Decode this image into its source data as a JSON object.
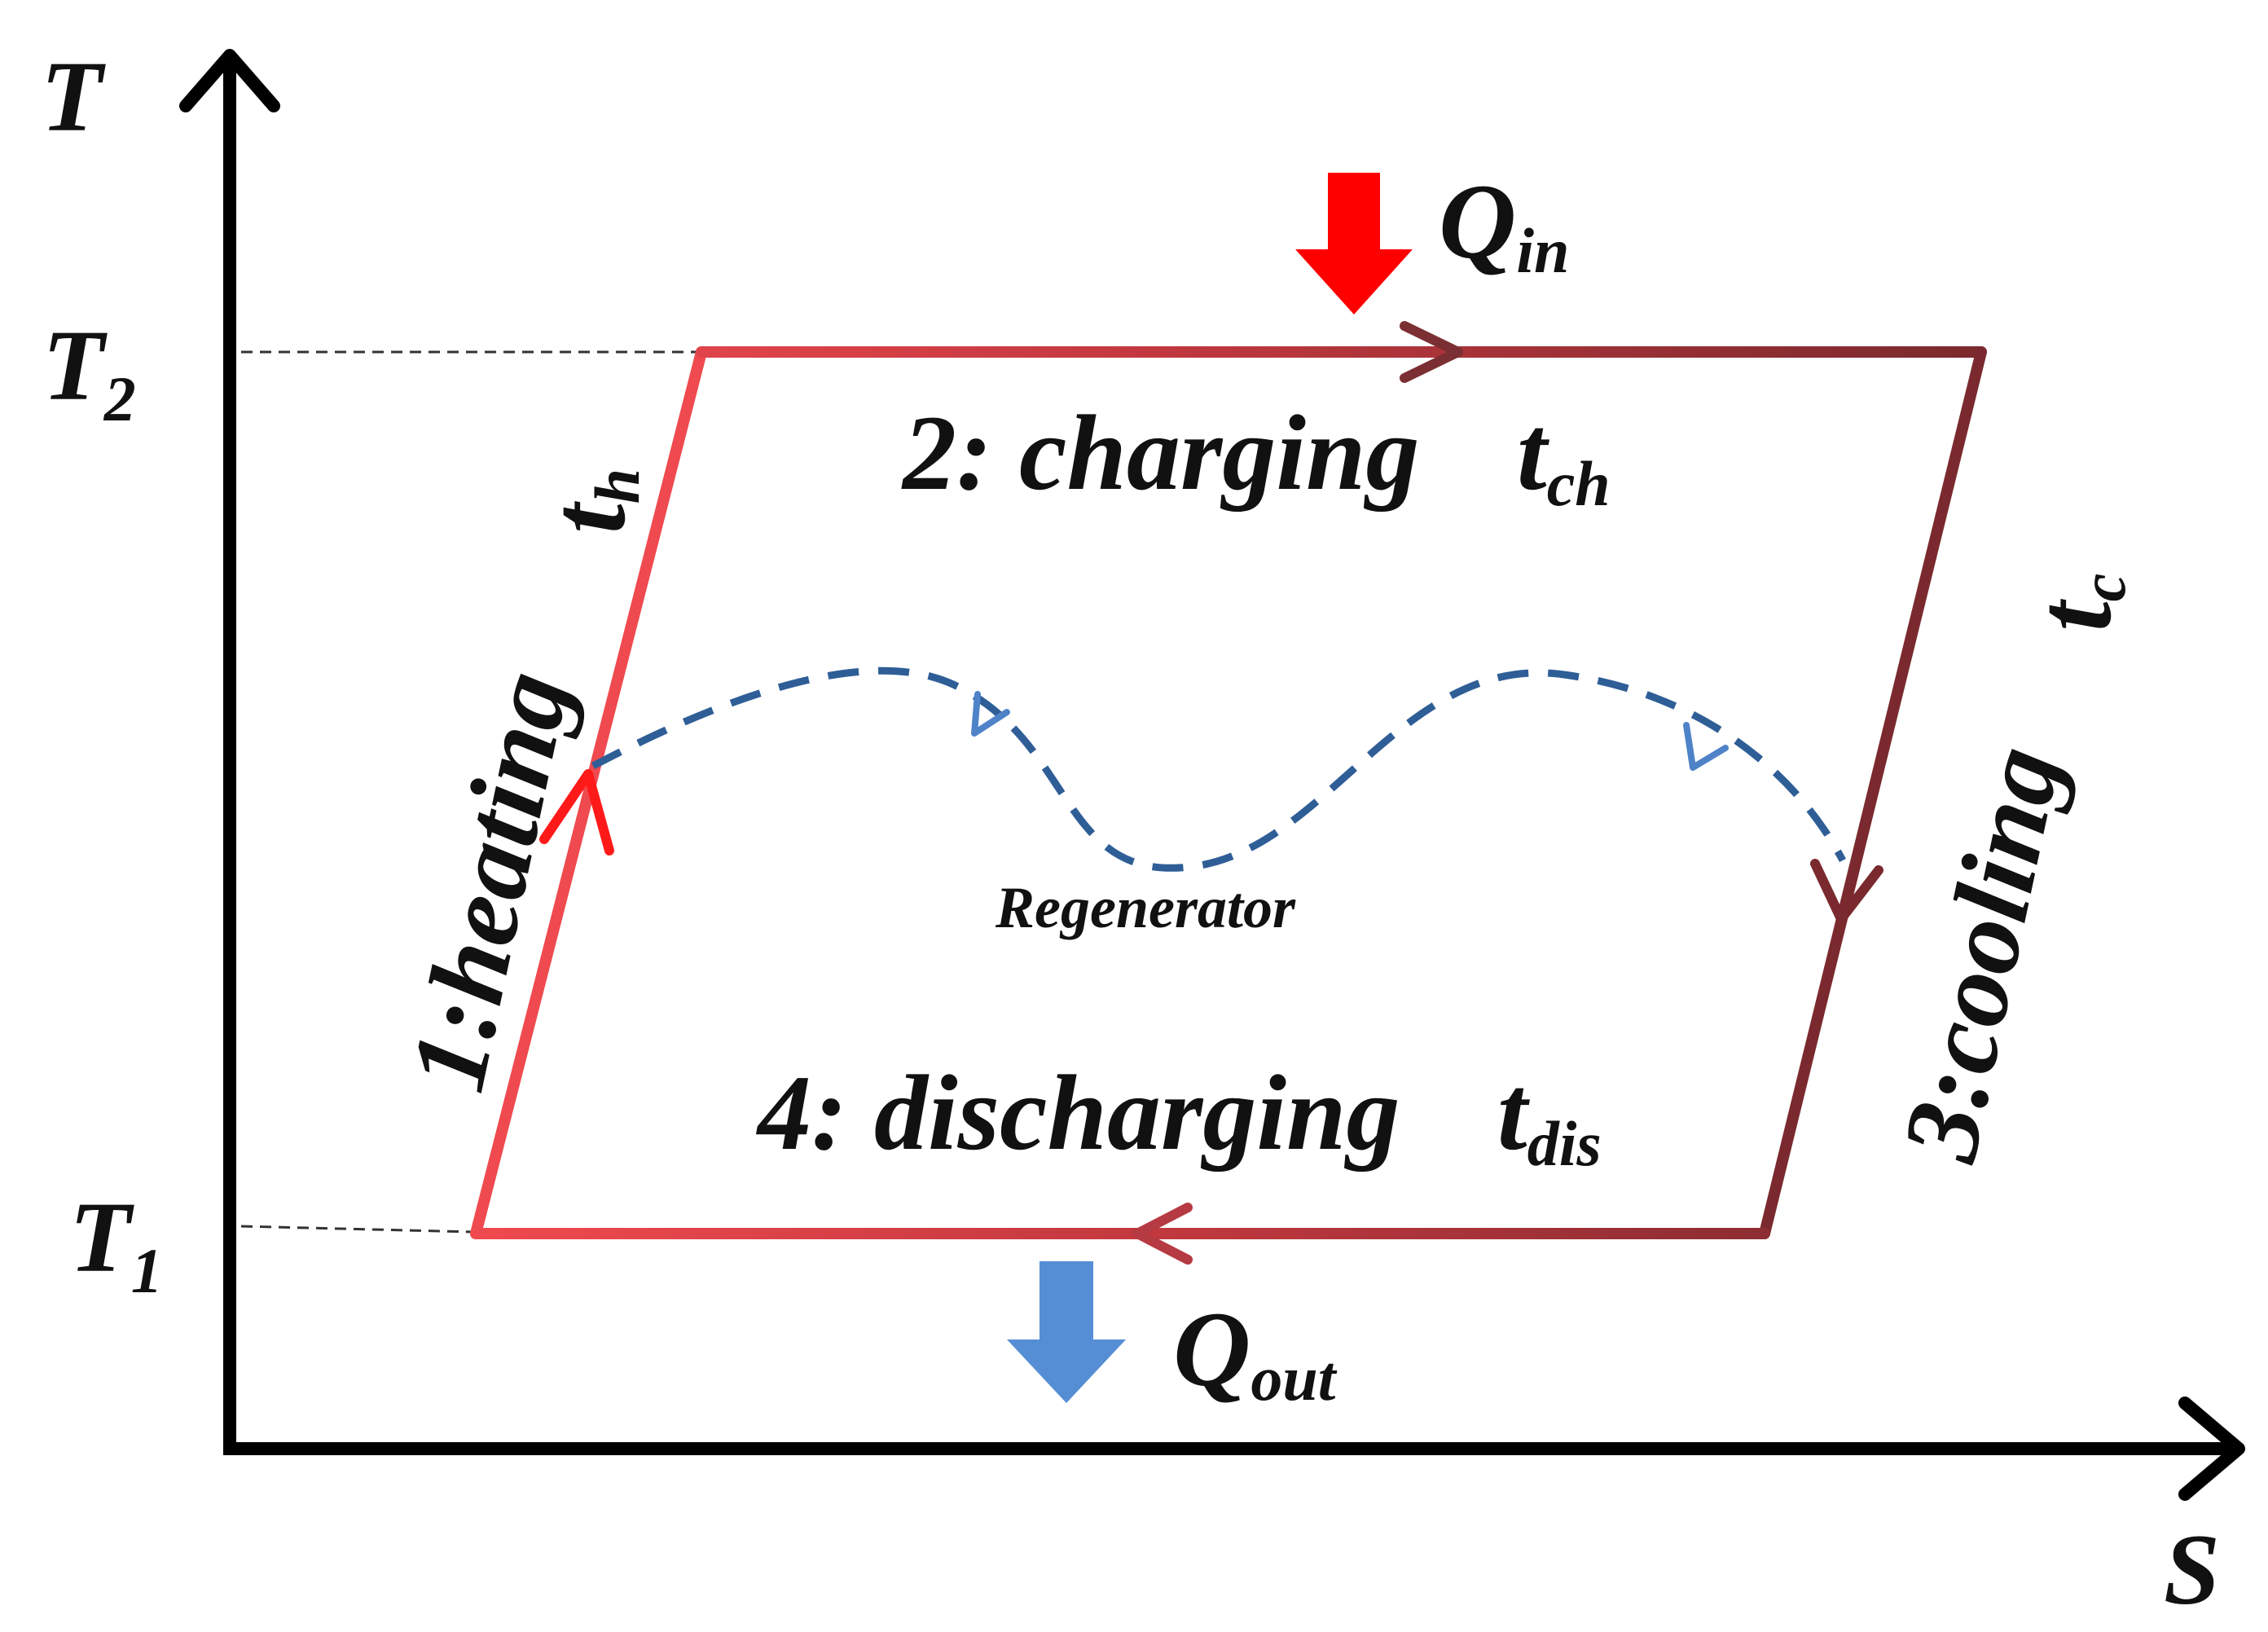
{
  "axes": {
    "y_label": "T",
    "x_label": "S",
    "t2": {
      "main": "T",
      "sub": "2"
    },
    "t1": {
      "main": "T",
      "sub": "1"
    }
  },
  "heat": {
    "q_in": {
      "main": "Q",
      "sub": "in"
    },
    "q_out": {
      "main": "Q",
      "sub": "out"
    }
  },
  "processes": {
    "heating": "1:heating",
    "charging": "2: charging",
    "cooling": "3:cooling",
    "discharging": "4: discharging"
  },
  "times": {
    "t_h": {
      "main": "t",
      "sub": "h"
    },
    "t_ch": {
      "main": "t",
      "sub": "ch"
    },
    "t_c": {
      "main": "t",
      "sub": "c"
    },
    "t_dis": {
      "main": "t",
      "sub": "dis"
    }
  },
  "regenerator_label": "Regenerator",
  "colors": {
    "hot_red": "#ff0000",
    "cycle_light": "#ef4a4f",
    "cycle_dark": "#7a2a2e",
    "cold_blue": "#558ed5",
    "regenerator_blue": "#2f5e97",
    "axis": "#000000"
  }
}
